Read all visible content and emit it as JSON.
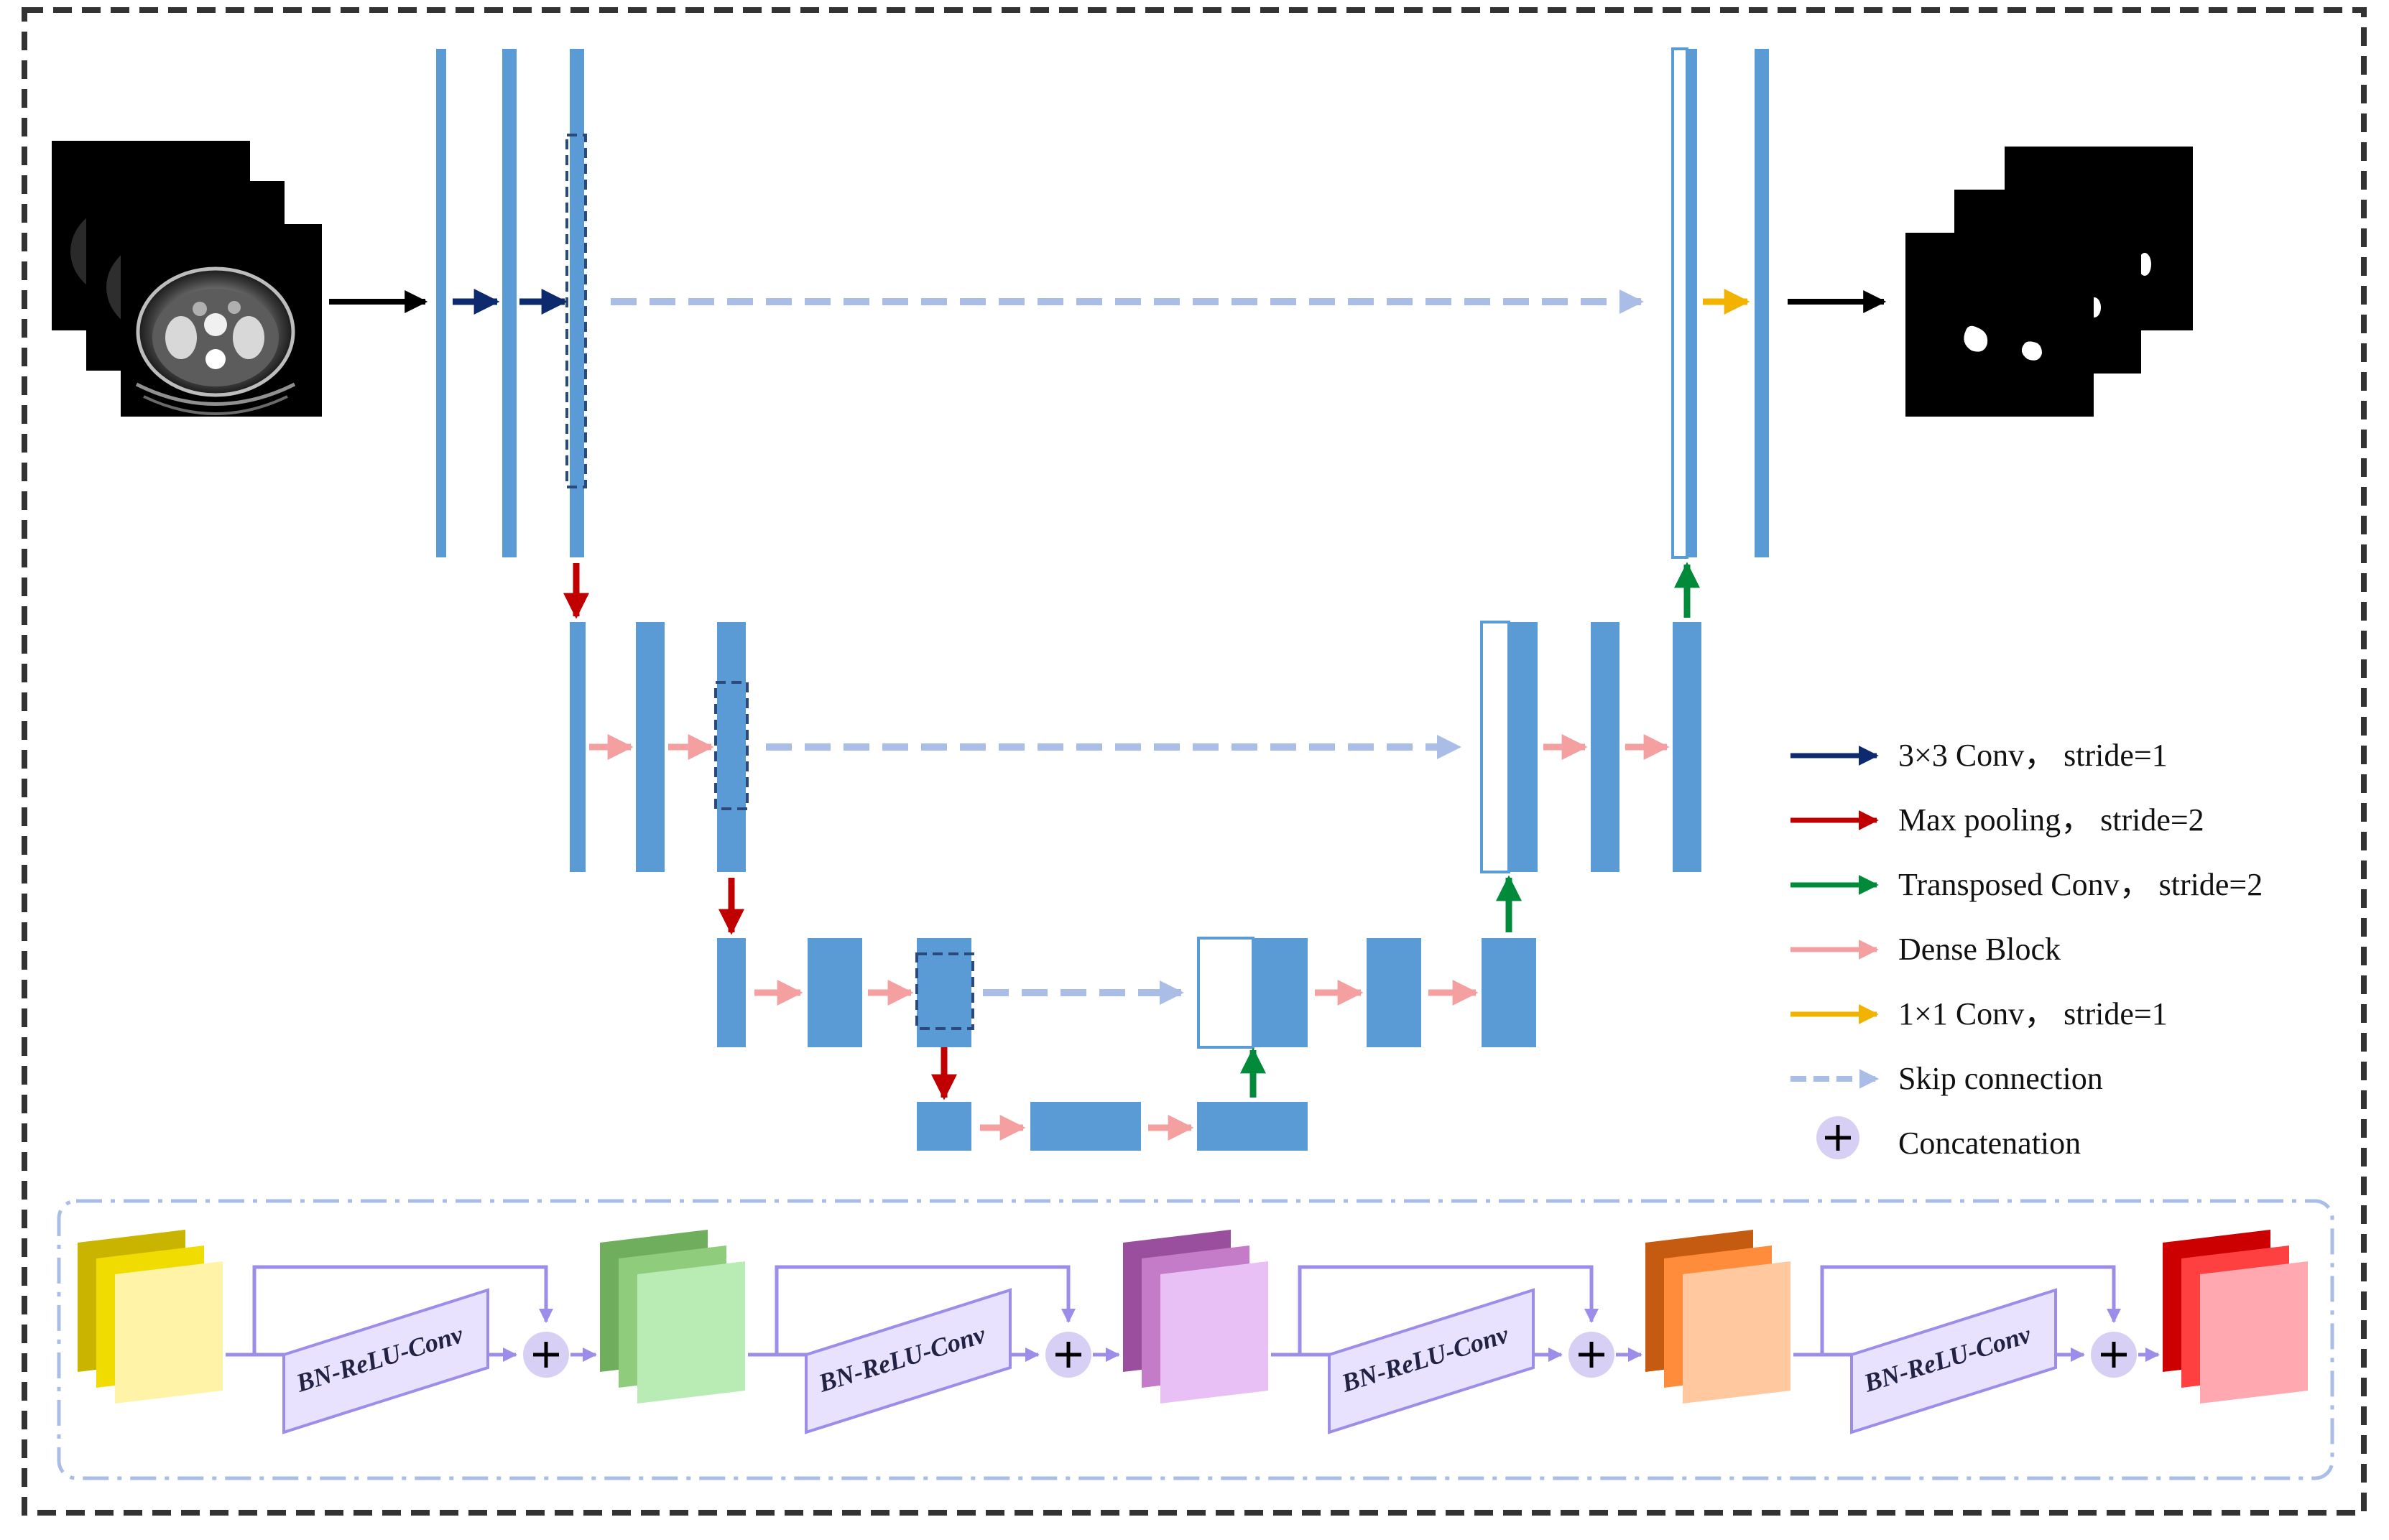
{
  "legend": {
    "items": [
      {
        "key": "conv3",
        "label": "3×3 Conv，  stride=1",
        "color": "#0d2a6e",
        "style": "solid"
      },
      {
        "key": "maxpool",
        "label": "Max pooling，  stride=2",
        "color": "#c00000",
        "style": "solid"
      },
      {
        "key": "transposed",
        "label": "Transposed Conv，  stride=2",
        "color": "#008a3a",
        "style": "solid"
      },
      {
        "key": "dense",
        "label": "Dense Block",
        "color": "#f4a0a0",
        "style": "solid"
      },
      {
        "key": "conv1",
        "label": "1×1 Conv，  stride=1",
        "color": "#f2b300",
        "style": "solid"
      },
      {
        "key": "skip",
        "label": "Skip connection",
        "color": "#a9bde6",
        "style": "dashed"
      }
    ],
    "concat_label": "Concatenation"
  },
  "dense_block": {
    "layer_label": "BN-ReLU-Conv",
    "stacks": [
      {
        "name": "yellow",
        "back": "#c9b400",
        "mid": "#f0dc00",
        "front": "#fff3a8"
      },
      {
        "name": "green",
        "back": "#6fae5c",
        "mid": "#8fcc7c",
        "front": "#b8ecb4"
      },
      {
        "name": "purple",
        "back": "#9a4f9e",
        "mid": "#c47cc8",
        "front": "#e8c0f5"
      },
      {
        "name": "orange",
        "back": "#c55a11",
        "mid": "#ff8c3a",
        "front": "#ffc89e"
      },
      {
        "name": "red",
        "back": "#cc0000",
        "mid": "#ff4040",
        "front": "#ffa8b0"
      }
    ]
  },
  "colors": {
    "feature": "#5b9bd5",
    "plus_circle": "#d8d0f4",
    "block_line": "#9b8de8",
    "block_fill": "#e8e2ff"
  }
}
